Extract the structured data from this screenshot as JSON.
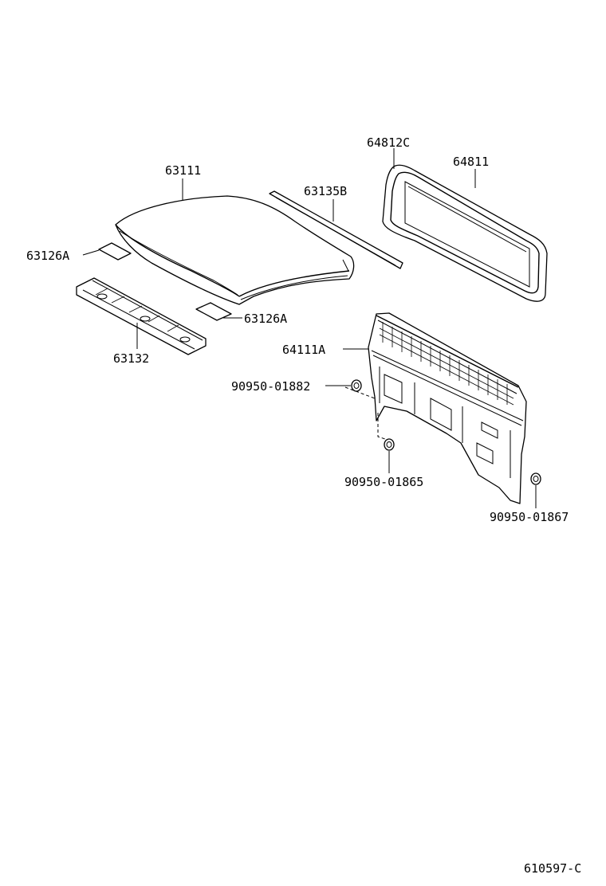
{
  "diagram": {
    "parts": [
      {
        "id": "roof_panel",
        "label": "63111"
      },
      {
        "id": "roof_header_left",
        "label": "63126A"
      },
      {
        "id": "roof_header_right",
        "label": "63126A"
      },
      {
        "id": "roof_brace",
        "label": "63132"
      },
      {
        "id": "drip_rail",
        "label": "63135B"
      },
      {
        "id": "back_glass_weatherstrip_lock",
        "label": "64812C"
      },
      {
        "id": "back_window_glass",
        "label": "64811"
      },
      {
        "id": "back_panel",
        "label": "64111A"
      },
      {
        "id": "plug_a",
        "label": "90950-01882"
      },
      {
        "id": "plug_b",
        "label": "90950-01865"
      },
      {
        "id": "plug_c",
        "label": "90950-01867"
      }
    ],
    "figure_code": "610597-C"
  }
}
